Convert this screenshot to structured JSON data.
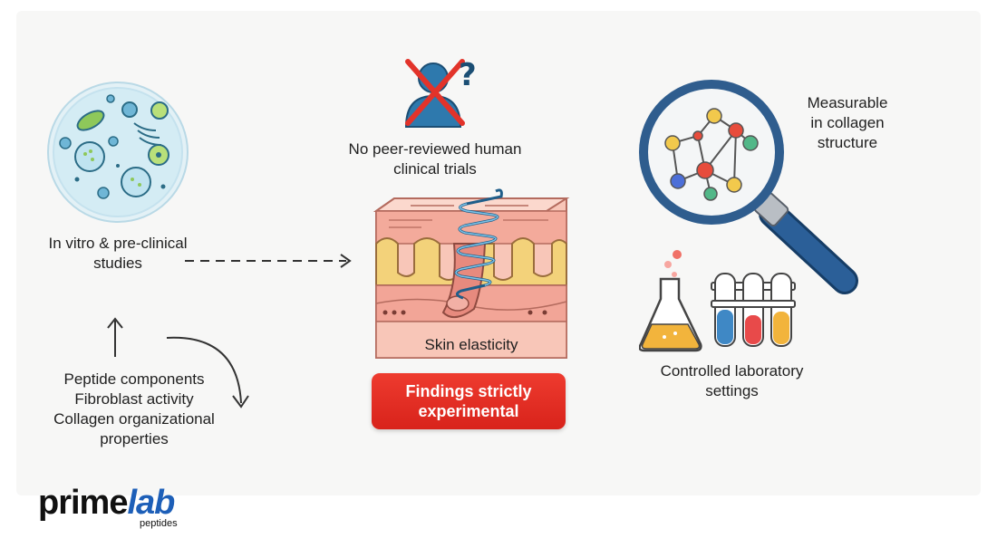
{
  "left": {
    "study_caption": [
      "In vitro & pre-clinical",
      "studies"
    ],
    "components_caption": [
      "Peptide components",
      "Fibroblast activity",
      "Collagen organizational",
      "properties"
    ]
  },
  "center": {
    "trials_caption": [
      "No peer-reviewed human",
      "clinical trials"
    ],
    "skin_label": "Skin elasticity",
    "badge": [
      "Findings strictly",
      "experimental"
    ]
  },
  "right": {
    "measure_caption": [
      "Measurable",
      "in collagen",
      "structure"
    ],
    "lab_caption": [
      "Controlled laboratory",
      "settings"
    ]
  },
  "logo": {
    "word_main": "prime",
    "word_accent": "lab",
    "sub": "peptides"
  },
  "colors": {
    "badge": "#e22c22",
    "accent_blue": "#1d5fb8",
    "skin": "#f4b9ac",
    "fat": "#f3d27a",
    "helix": "#4aa3d6"
  },
  "icons": {
    "petri": "petri-dish-icon",
    "person": "person-crossed-icon",
    "skin": "skin-cross-section-icon",
    "magnifier": "magnifier-molecule-icon",
    "lab": "lab-glassware-icon"
  }
}
